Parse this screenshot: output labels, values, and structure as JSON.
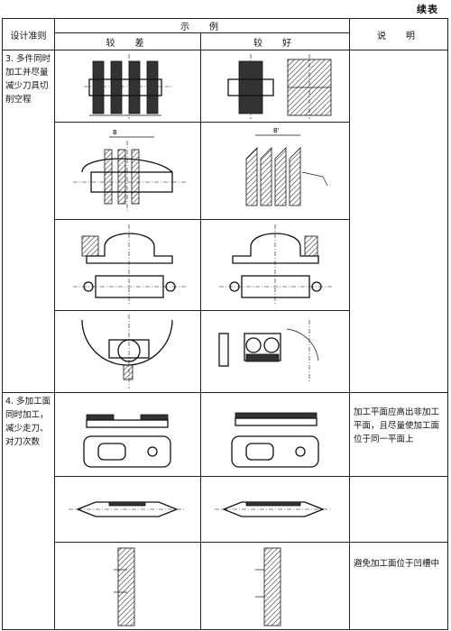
{
  "page": {
    "continued_label": "续表"
  },
  "header": {
    "rule_col": "设计准则",
    "example_col": "示　例",
    "worse_col": "较　差",
    "better_col": "较　好",
    "note_col": "说　明"
  },
  "rules": [
    {
      "number": "3.",
      "text": "多件同时加工并尽量减少刀具切削空程"
    },
    {
      "number": "4.",
      "text": "多加工面同时加工，减少走刀、对刀次数"
    }
  ],
  "notes": [
    "加工平面应高出非加工平面，且尽量使加工面位于同一平面上",
    "避免加工面位于凹槽中"
  ],
  "figure_labels": {
    "dim_B": "B",
    "dim_B_prime": "B'"
  }
}
